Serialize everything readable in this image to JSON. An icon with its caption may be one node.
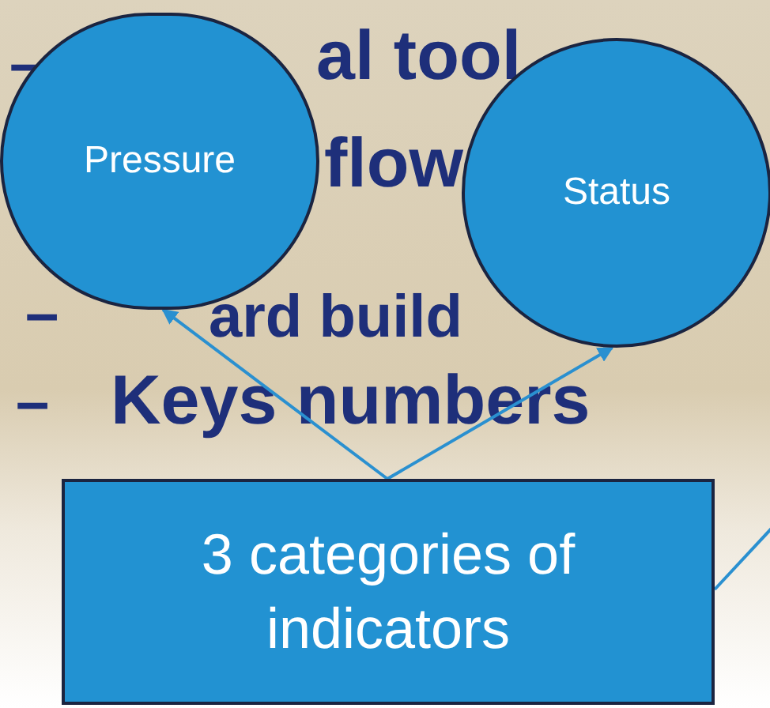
{
  "diagram": {
    "nodes": [
      {
        "text": [
          "Pressure"
        ]
      },
      {
        "text": [
          "Status"
        ]
      },
      {
        "text": [
          "3 categories of indicators"
        ]
      }
    ],
    "edges": [
      {
        "from": 2,
        "to": 0,
        "arrow": "to"
      },
      {
        "from": 2,
        "to": 1,
        "arrow": "to"
      },
      {
        "from": 2,
        "to": null,
        "arrow": "none"
      }
    ],
    "labels": [
      "–",
      "al tool",
      "flow",
      "–",
      "ard build",
      "–",
      "Keys numbers"
    ]
  }
}
